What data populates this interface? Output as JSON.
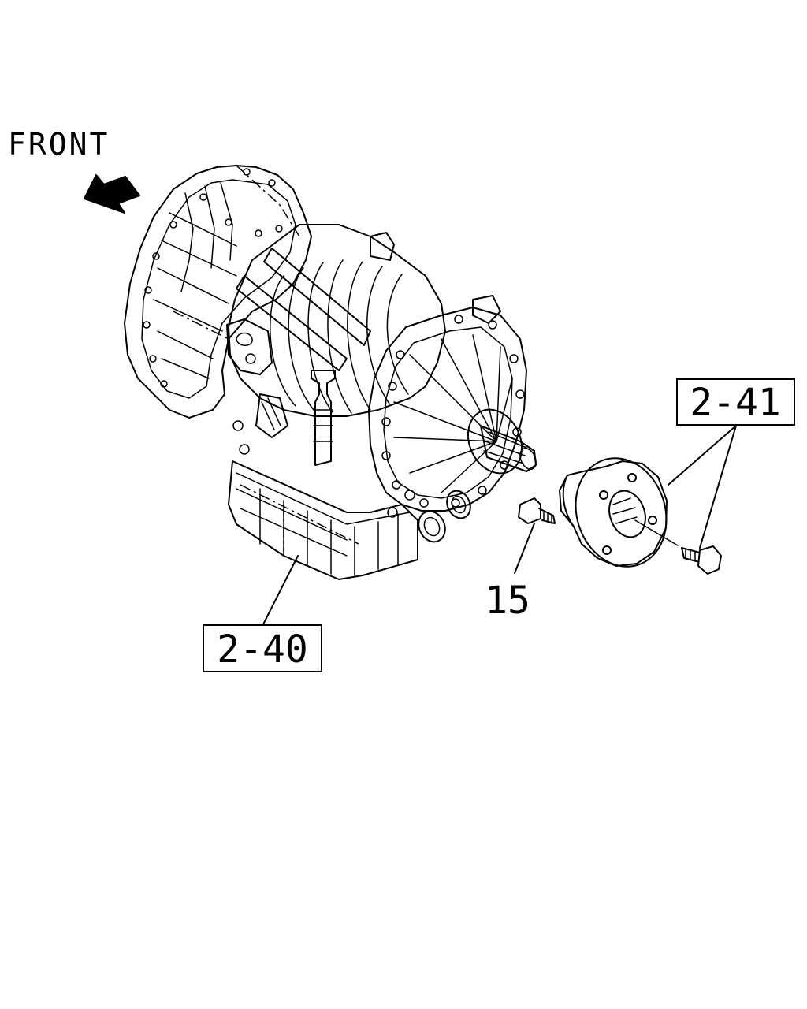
{
  "orientation": {
    "label": "FRONT",
    "arrow_icon": "arrow-left-front-icon"
  },
  "callouts": {
    "transmission_assembly": "2-40",
    "flange_and_bolt": "2-41",
    "bolt": "15"
  }
}
